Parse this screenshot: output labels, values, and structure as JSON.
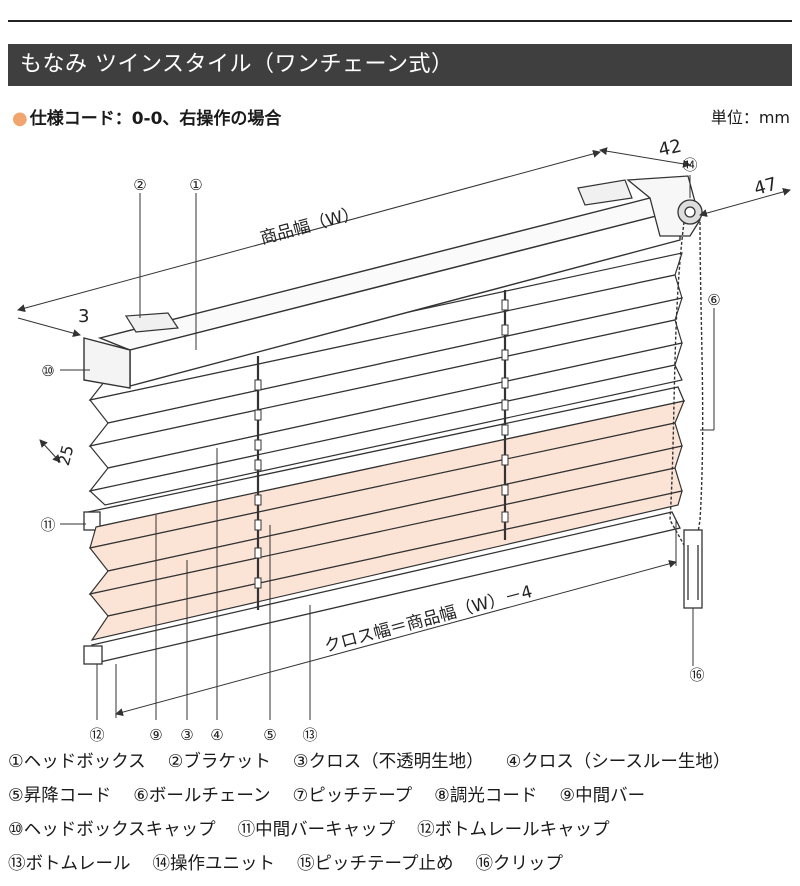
{
  "title": "もなみ ツインスタイル（ワンチェーン式）",
  "spec": "仕様コード：0-0、右操作の場合",
  "unit": "単位：mm",
  "colors": {
    "title_bg": "#3f3f3f",
    "accent_dot": "#f2a46f",
    "sheer_slat": "#ffffff",
    "opaque_slat": "#fbe3d6",
    "line": "#333333"
  },
  "dimensions": {
    "product_width": "商品幅（W）",
    "cloth_width": "クロス幅＝商品幅（W）－4",
    "d3": "3",
    "d25": "25",
    "d42": "42",
    "d47": "47"
  },
  "callouts": {
    "n1": "①",
    "n2": "②",
    "n3": "③",
    "n4": "④",
    "n5": "⑤",
    "n6": "⑥",
    "n9": "⑨",
    "n10": "⑩",
    "n11": "⑪",
    "n12": "⑫",
    "n13": "⑬",
    "n14": "⑭",
    "n16": "⑯"
  },
  "legend_rows": [
    [
      "①ヘッドボックス",
      "②ブラケット",
      "③クロス（不透明生地）",
      "④クロス（シースルー生地）"
    ],
    [
      "⑤昇降コード",
      "⑥ボールチェーン",
      "⑦ピッチテープ",
      "⑧調光コード",
      "⑨中間バー"
    ],
    [
      "⑩ヘッドボックスキャップ",
      "⑪中間バーキャップ",
      "⑫ボトムレールキャップ"
    ],
    [
      "⑬ボトムレール",
      "⑭操作ユニット",
      "⑮ピッチテープ止め",
      "⑯クリップ"
    ]
  ]
}
